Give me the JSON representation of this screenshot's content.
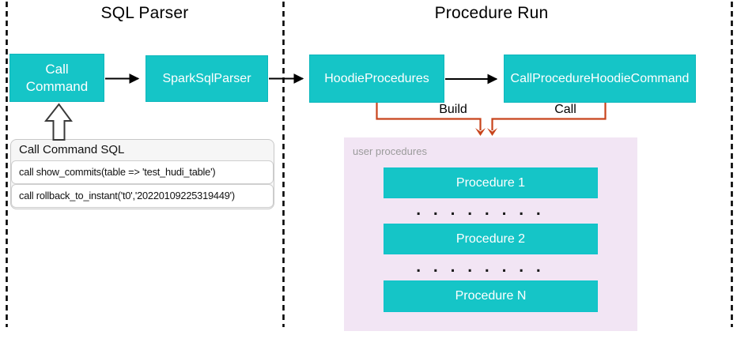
{
  "sections": {
    "sql_parser": {
      "title": "SQL Parser"
    },
    "procedure_run": {
      "title": "Procedure Run"
    }
  },
  "nodes": {
    "call_command": {
      "label": "Call Command"
    },
    "spark_sql_parser": {
      "label": "SparkSqlParser"
    },
    "hoodie_procedures": {
      "label": "HoodieProcedures"
    },
    "call_procedure_hoodie_command": {
      "label": "CallProcedureHoodieCommand"
    }
  },
  "edges": {
    "build_label": "Build",
    "call_label": "Call"
  },
  "sql_panel": {
    "title": "Call Command SQL",
    "rows": [
      "call show_commits(table => 'test_hudi_table')",
      "call rollback_to_instant('t0','20220109225319449')"
    ]
  },
  "user_procedures": {
    "label": "user procedures",
    "items": [
      "Procedure 1",
      "Procedure 2",
      "Procedure N"
    ],
    "dots": ". . . . . . . ."
  },
  "colors": {
    "node_fill": "#15C5C7",
    "connector_orange": "#c8441c",
    "panel_pink": "#f2e5f4",
    "sql_panel_bg": "#f6f6f6",
    "line_black": "#000000"
  }
}
